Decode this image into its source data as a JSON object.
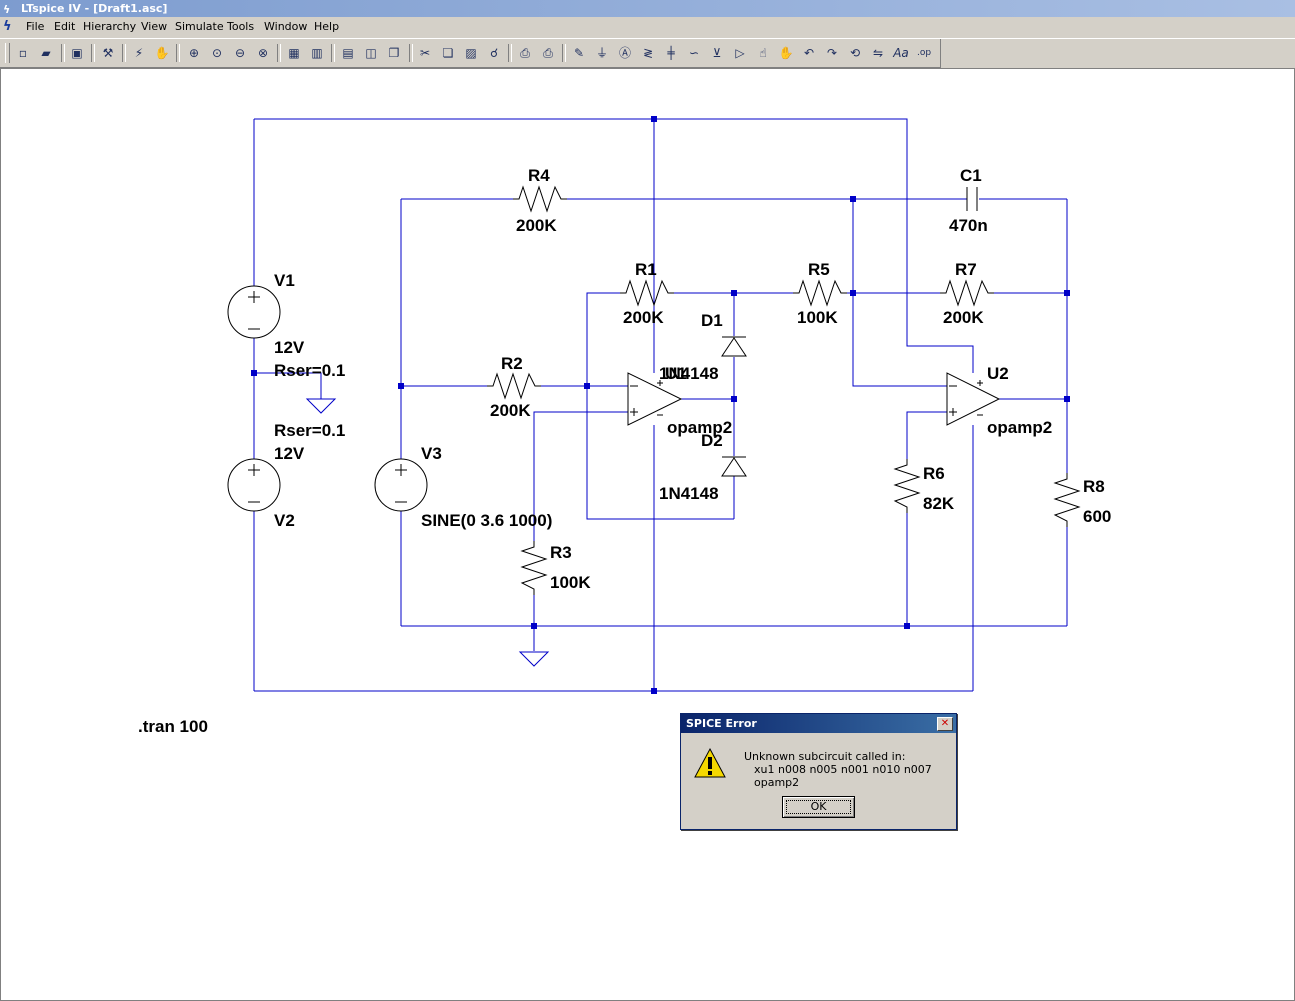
{
  "window": {
    "title": "LTspice IV - [Draft1.asc]"
  },
  "menu": {
    "items": [
      "File",
      "Edit",
      "Hierarchy",
      "View",
      "Simulate",
      "Tools",
      "Window",
      "Help"
    ]
  },
  "toolbar": {
    "icons": [
      "new-schematic",
      "open",
      "save",
      "control-panel",
      "run",
      "pan",
      "zoom-in",
      "zoom-fit",
      "zoom-out",
      "autorange-off",
      "tile-horizontal",
      "tile-vertical",
      "cascade",
      "close-window",
      "cut",
      "copy",
      "paste",
      "find",
      "print-preview",
      "print",
      "draw-wire",
      "ground",
      "label-net",
      "resistor",
      "capacitor",
      "inductor",
      "diode",
      "component",
      "move",
      "drag",
      "undo",
      "redo",
      "rotate",
      "mirror",
      "text",
      "spice-directive"
    ]
  },
  "schematic": {
    "components": {
      "V1": {
        "name": "V1",
        "value": "12V",
        "param": "Rser=0.1"
      },
      "V2": {
        "name": "V2",
        "value": "12V",
        "param": "Rser=0.1"
      },
      "V3": {
        "name": "V3",
        "value": "SINE(0 3.6 1000)"
      },
      "R1": {
        "name": "R1",
        "value": "200K"
      },
      "R2": {
        "name": "R2",
        "value": "200K"
      },
      "R3": {
        "name": "R3",
        "value": "100K"
      },
      "R4": {
        "name": "R4",
        "value": "200K"
      },
      "R5": {
        "name": "R5",
        "value": "100K"
      },
      "R6": {
        "name": "R6",
        "value": "82K"
      },
      "R7": {
        "name": "R7",
        "value": "200K"
      },
      "R8": {
        "name": "R8",
        "value": "600"
      },
      "C1": {
        "name": "C1",
        "value": "470n"
      },
      "D1": {
        "name": "D1",
        "value": "1N4148"
      },
      "D2": {
        "name": "D2",
        "value": "1N4148"
      },
      "U1": {
        "name": "U1",
        "value": "opamp2"
      },
      "U2": {
        "name": "U2",
        "value": "opamp2"
      }
    },
    "directive": ".tran 100"
  },
  "dialog": {
    "title": "SPICE Error",
    "message_line1": "Unknown subcircuit called in:",
    "message_line2": "xu1 n008 n005 n001 n010 n007 opamp2",
    "ok_label": "OK"
  },
  "colors": {
    "wire": "#0000c8",
    "canvas": "#ffffff",
    "chrome": "#d4d0c8",
    "dialog_title": "#0a246a"
  }
}
